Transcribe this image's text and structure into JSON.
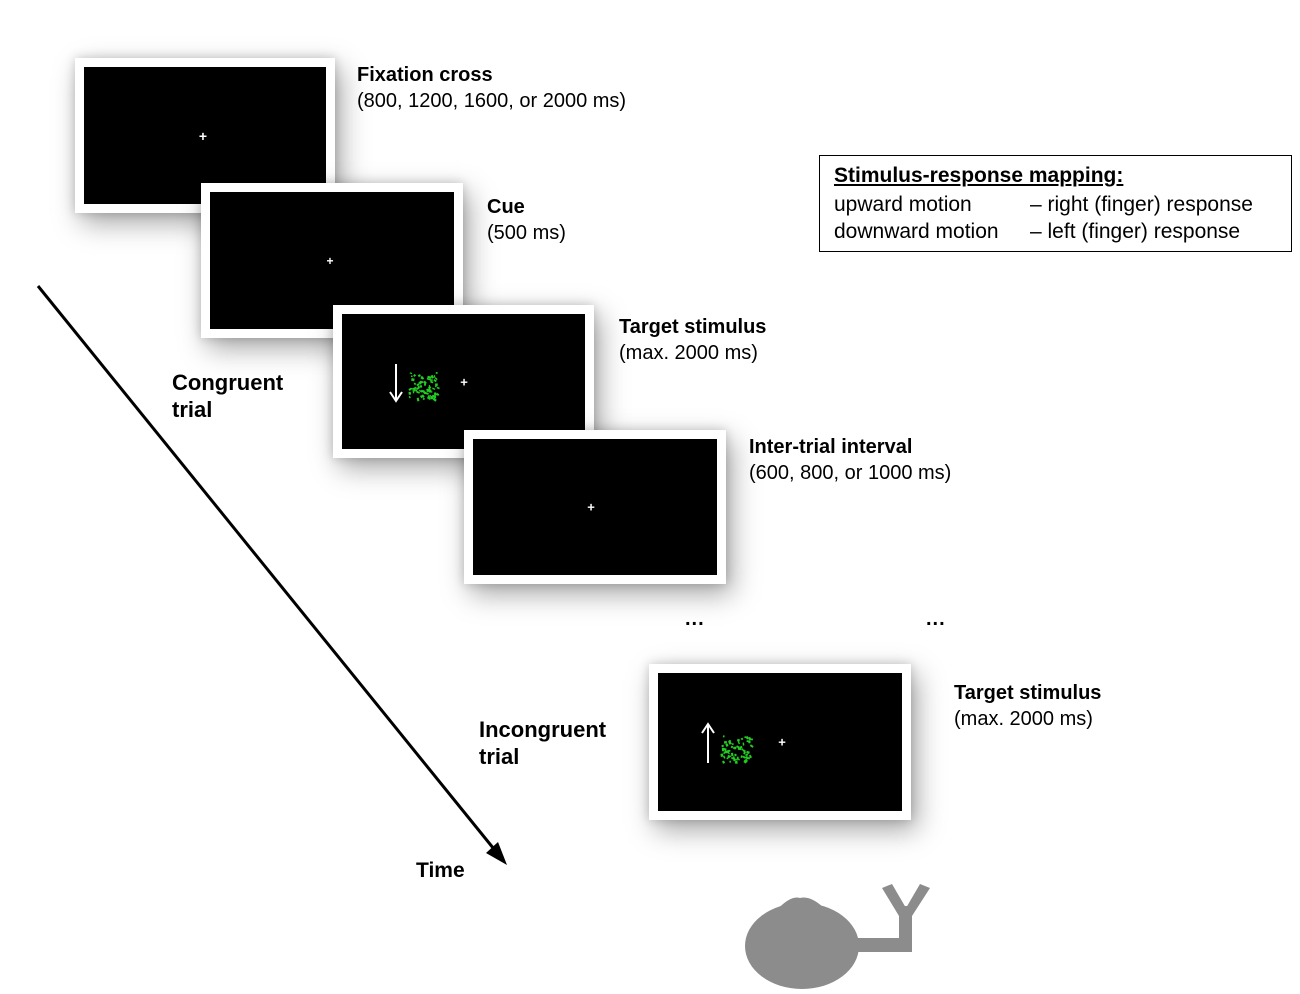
{
  "screens": [
    {
      "title": "Fixation cross",
      "duration": "(800, 1200, 1600, or 2000 ms)",
      "fixation": "+"
    },
    {
      "title": "Cue",
      "duration": "(500 ms)",
      "fixation": "+"
    },
    {
      "title": "Target stimulus",
      "duration": "(max. 2000 ms)",
      "fixation": "+",
      "arrow": "↓"
    },
    {
      "title": "Inter-trial interval",
      "duration": "(600, 800, or 1000 ms)",
      "fixation": "+"
    },
    {
      "title": "Target stimulus",
      "duration": "(max. 2000 ms)",
      "fixation": "+",
      "arrow": "↑"
    }
  ],
  "congruent": {
    "line1": "Congruent",
    "line2": "trial"
  },
  "incongruent": {
    "line1": "Incongruent",
    "line2": "trial"
  },
  "time_label": "Time",
  "ellipsis": "...",
  "mapping": {
    "title": "Stimulus-response mapping:",
    "rows": [
      {
        "stimulus": "upward motion",
        "response": "– right (finger) response"
      },
      {
        "stimulus": "downward motion",
        "response": "– left (finger) response"
      }
    ]
  },
  "colors": {
    "screen": "#000000",
    "dots": "#22cc22",
    "response_device": "#8c8c8c"
  }
}
